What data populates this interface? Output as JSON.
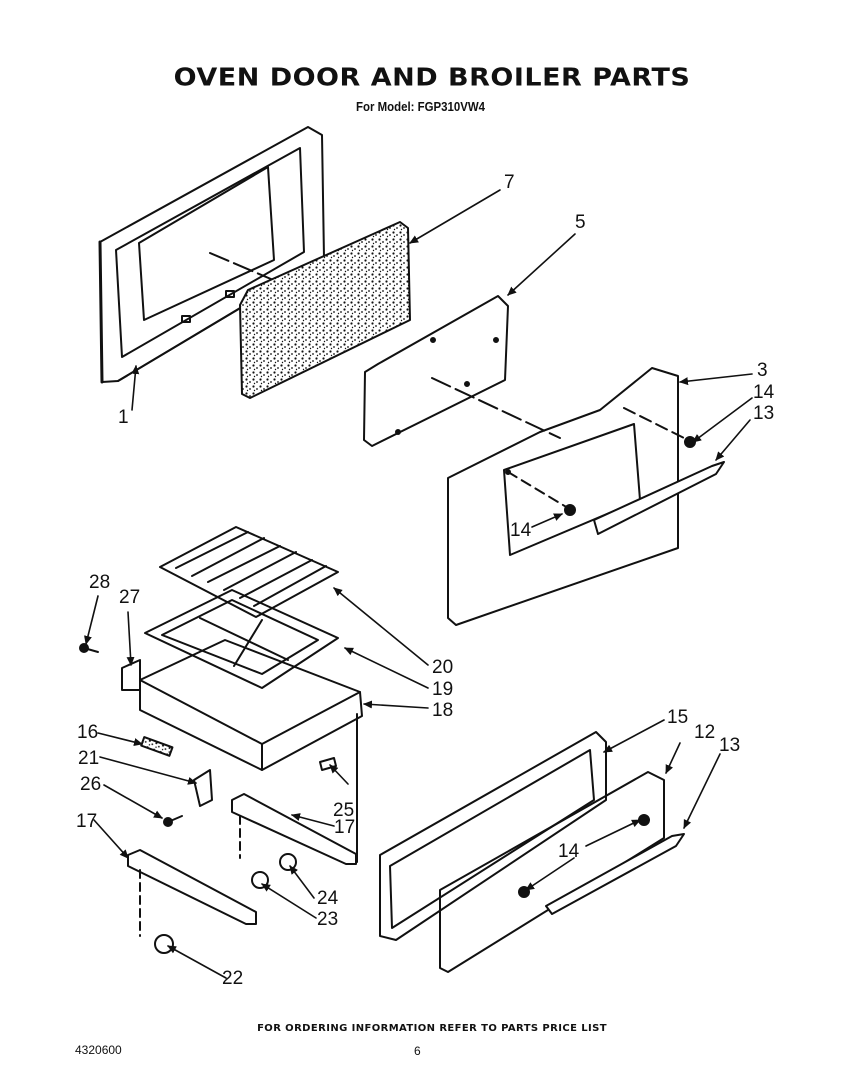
{
  "header": {
    "title": "OVEN DOOR AND BROILER PARTS",
    "subtitle": "For Model: FGP310VW4"
  },
  "callouts": [
    "7",
    "5",
    "1",
    "3",
    "14",
    "13",
    "14",
    "28",
    "27",
    "20",
    "19",
    "18",
    "16",
    "21",
    "26",
    "15",
    "12",
    "13",
    "14",
    "17",
    "25",
    "17",
    "24",
    "23",
    "22"
  ],
  "footer": {
    "note": "FOR ORDERING INFORMATION REFER TO PARTS PRICE LIST",
    "part_number": "4320600",
    "page": "6"
  }
}
